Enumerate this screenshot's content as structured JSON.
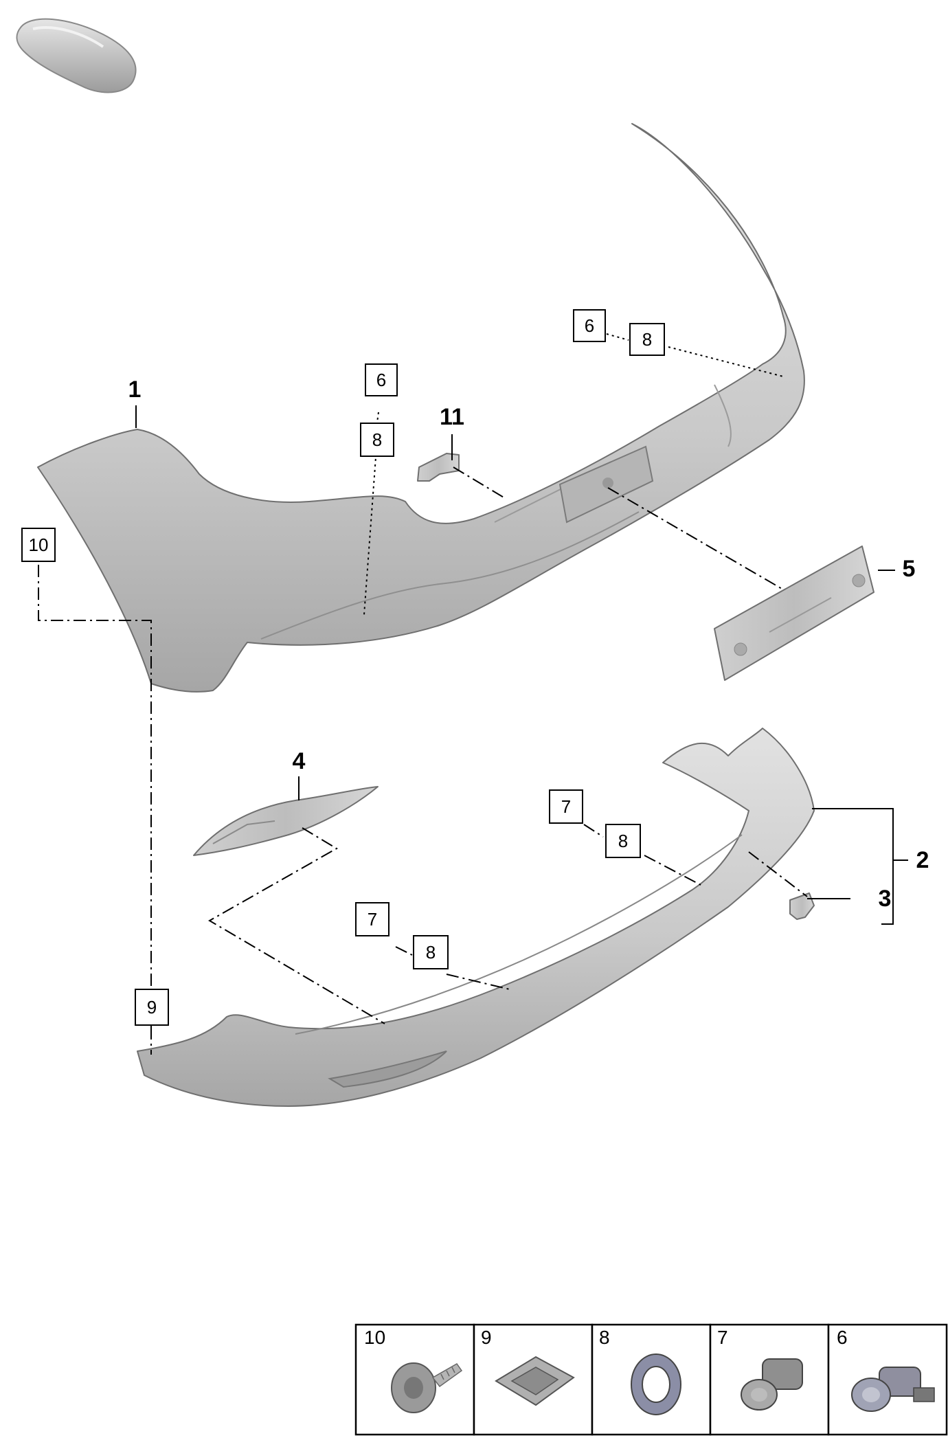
{
  "part_labels": [
    "1",
    "2",
    "3",
    "4",
    "5",
    "11"
  ],
  "callouts": {
    "c6a": "6",
    "c8a": "8",
    "c6b": "6",
    "c8b": "8",
    "c10": "10",
    "c7a": "7",
    "c8c": "8",
    "c7b": "7",
    "c8d": "8",
    "c9": "9"
  },
  "legend": [
    {
      "number": "10",
      "icon": "screw-fastener-icon"
    },
    {
      "number": "9",
      "icon": "clip-icon"
    },
    {
      "number": "8",
      "icon": "sensor-ring-icon"
    },
    {
      "number": "7",
      "icon": "parking-sensor-icon"
    },
    {
      "number": "6",
      "icon": "parking-sensor-icon"
    }
  ],
  "colors": {
    "part_fill": "#c8c8c8",
    "part_shade": "#a9a9a9",
    "part_edge": "#6f6f6f"
  }
}
